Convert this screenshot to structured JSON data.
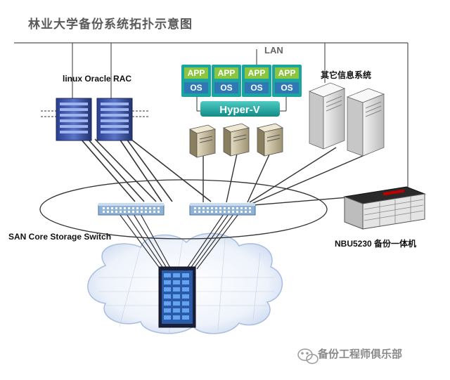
{
  "title": "林业大学备份系统拓扑示意图",
  "labels": {
    "lan": "LAN",
    "oracle_rac": "linux Oracle RAC",
    "other_systems": "其它信息系统",
    "san_switch": "SAN Core Storage Switch",
    "nbu": "NBU5230 备份一体机"
  },
  "vm_stack": {
    "app": "APP",
    "os": "OS",
    "hypervisor": "Hyper-V",
    "count": 4
  },
  "watermark": "备份工程师俱乐部",
  "colors": {
    "app_green": "#8cc63f",
    "vm_teal": "#1aa5a0",
    "os_blue": "#2f78b5",
    "switch_blue": "#8fb2d9"
  }
}
